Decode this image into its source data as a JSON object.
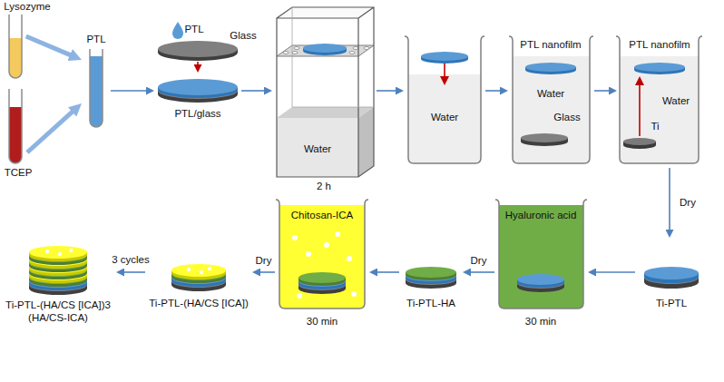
{
  "diagram": {
    "nodes": [
      {
        "text": [
          "Lysozyme"
        ]
      },
      {
        "text": [
          "TCEP"
        ]
      },
      {
        "text": [
          "PTL"
        ]
      },
      {
        "text": [
          "Glass"
        ]
      },
      {
        "text": [
          "PTL/glass"
        ]
      },
      {
        "text": [
          "Water",
          "2 h"
        ]
      },
      {
        "text": [
          "Water"
        ]
      },
      {
        "text": [
          "PTL nanofilm",
          "Water",
          "Glass"
        ]
      },
      {
        "text": [
          "PTL nanofilm",
          "Water",
          "Ti"
        ]
      },
      {
        "text": [
          "Ti-PTL"
        ]
      },
      {
        "text": [
          "Hyaluronic acid",
          "30 min"
        ]
      },
      {
        "text": [
          "Ti-PTL-HA"
        ]
      },
      {
        "text": [
          "Chitosan-ICA",
          "30 min"
        ]
      },
      {
        "text": [
          "Ti-PTL-(HA/CS [ICA])"
        ]
      },
      {
        "text": [
          "Ti-PTL-(HA/CS [ICA])3 (HA/CS-ICA)"
        ]
      }
    ],
    "edges": [
      {
        "from": 0,
        "to": 2,
        "arrow": "to"
      },
      {
        "from": 1,
        "to": 2,
        "arrow": "to"
      },
      {
        "from": 2,
        "to": 4,
        "arrow": "to"
      },
      {
        "from": 3,
        "to": 4,
        "arrow": "to"
      },
      {
        "from": 4,
        "to": 5,
        "arrow": "to"
      },
      {
        "from": 5,
        "to": 6,
        "arrow": "to"
      },
      {
        "from": 6,
        "to": 7,
        "arrow": "to"
      },
      {
        "from": 7,
        "to": 8,
        "arrow": "to"
      },
      {
        "from": 8,
        "to": 9,
        "label": "Dry",
        "arrow": "to"
      },
      {
        "from": 9,
        "to": 10,
        "arrow": "to"
      },
      {
        "from": 10,
        "to": 11,
        "label": "Dry",
        "arrow": "to"
      },
      {
        "from": 11,
        "to": 12,
        "arrow": "to"
      },
      {
        "from": 12,
        "to": 13,
        "label": "Dry",
        "arrow": "to"
      },
      {
        "from": 13,
        "to": 14,
        "label": "3 cycles",
        "arrow": "to"
      }
    ],
    "labels": [
      "PTL"
    ]
  }
}
